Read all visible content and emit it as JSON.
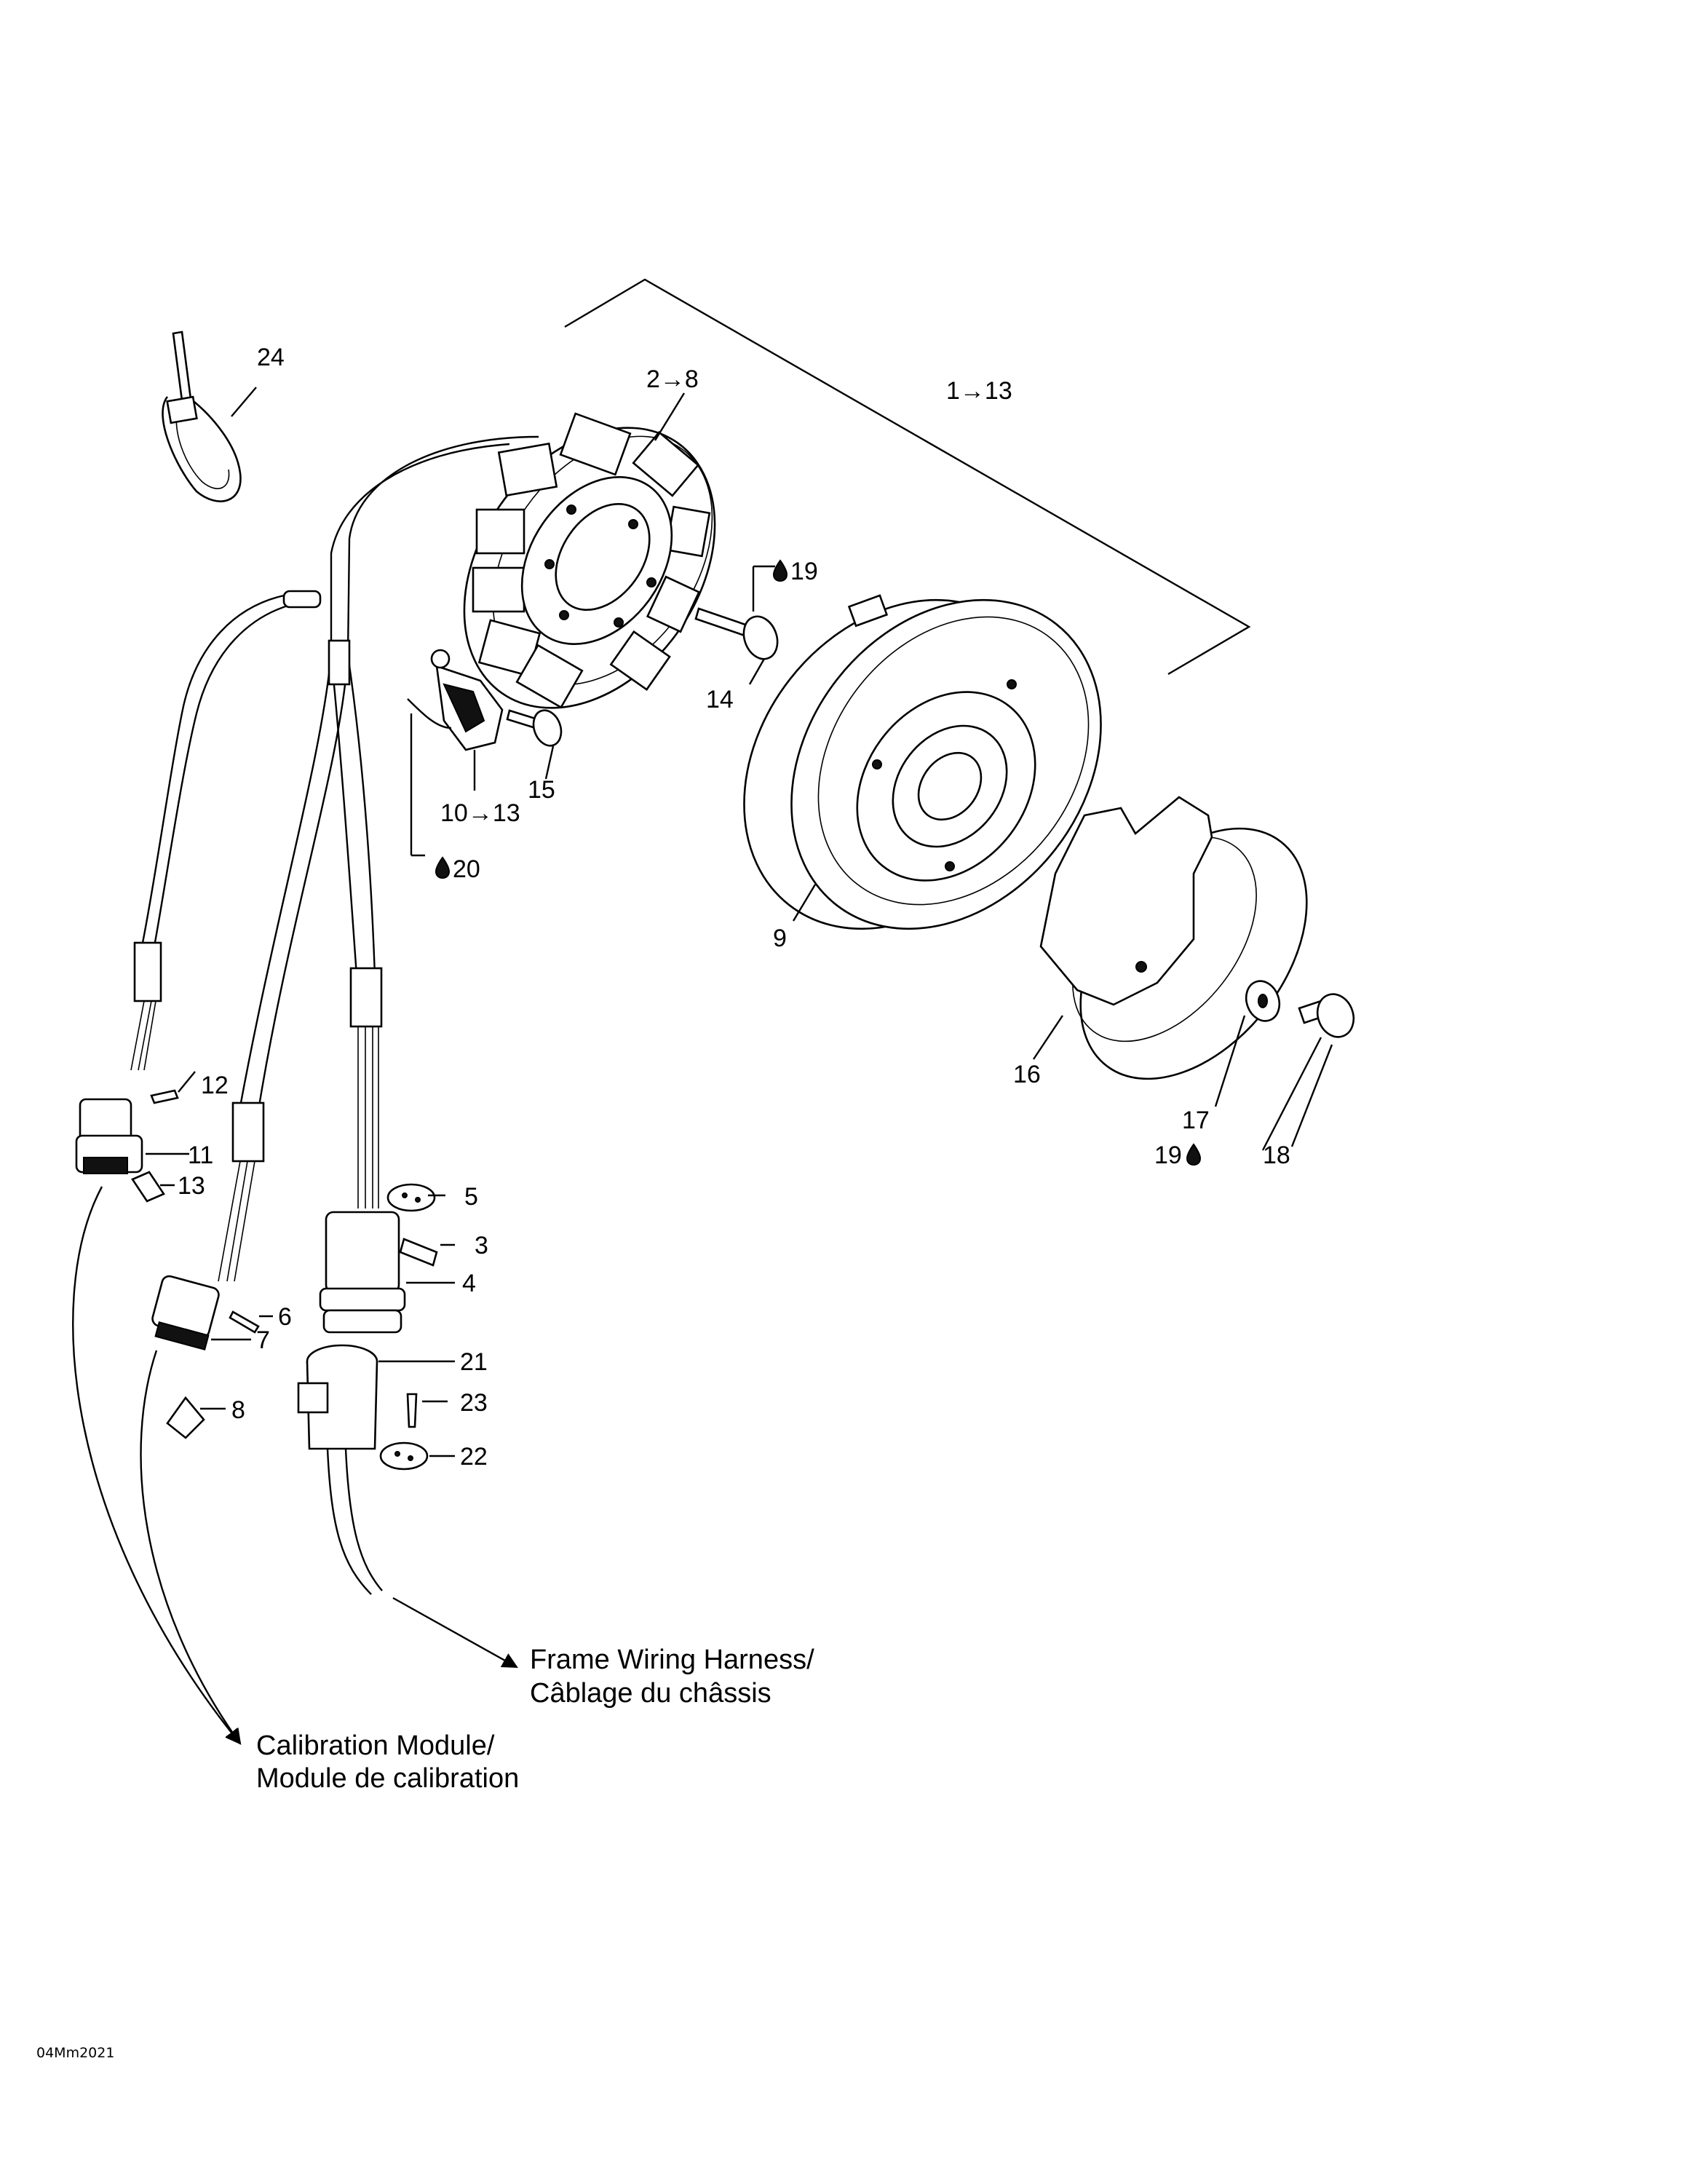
{
  "callouts": {
    "c24": "24",
    "c2_8": "2→8",
    "c1_13": "1→13",
    "c19a": "19",
    "c14": "14",
    "c15": "15",
    "c10_13": "10→13",
    "c20": "20",
    "c9": "9",
    "c16": "16",
    "c17": "17",
    "c18": "18",
    "c19b": "19",
    "c12": "12",
    "c11": "11",
    "c13": "13",
    "c5": "5",
    "c3": "3",
    "c4": "4",
    "c6": "6",
    "c7": "7",
    "c8": "8",
    "c21": "21",
    "c23": "23",
    "c22": "22"
  },
  "notes": {
    "frame_harness_line1": "Frame Wiring Harness/",
    "frame_harness_line2": "Câblage du châssis",
    "calibration_line1": "Calibration Module/",
    "calibration_line2": "Module de calibration"
  },
  "footer": {
    "code": "04Mm2021"
  },
  "icons": [
    "drop-icon"
  ]
}
